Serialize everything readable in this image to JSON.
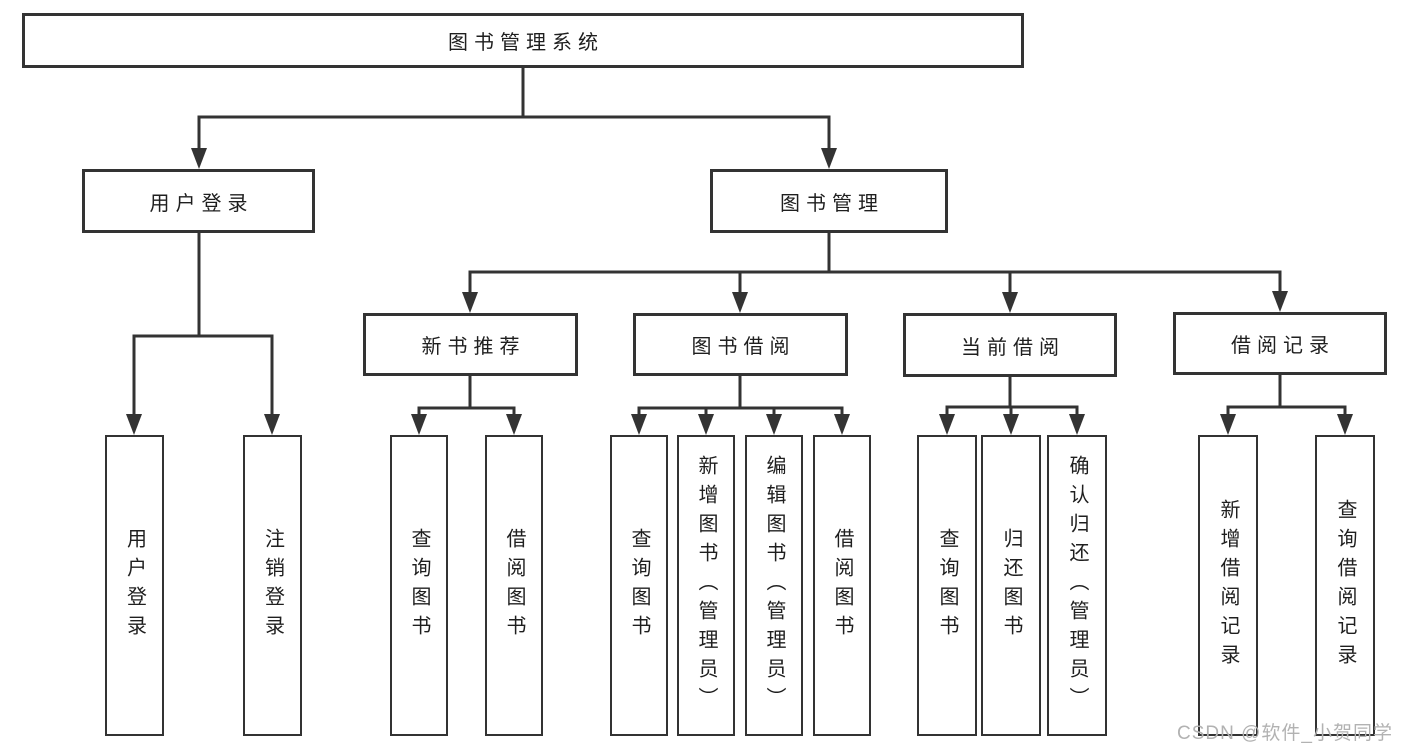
{
  "diagram": {
    "root": {
      "label": "图书管理系统"
    },
    "branches": [
      {
        "label": "用户登录",
        "children": [
          {
            "label": "用户登录"
          },
          {
            "label": "注销登录"
          }
        ]
      },
      {
        "label": "图书管理",
        "children": [
          {
            "label": "新书推荐",
            "children": [
              {
                "label": "查询图书"
              },
              {
                "label": "借阅图书"
              }
            ]
          },
          {
            "label": "图书借阅",
            "children": [
              {
                "label": "查询图书"
              },
              {
                "label": "新增图书（管理员）"
              },
              {
                "label": "编辑图书（管理员）"
              },
              {
                "label": "借阅图书"
              }
            ]
          },
          {
            "label": "当前借阅",
            "children": [
              {
                "label": "查询图书"
              },
              {
                "label": "归还图书"
              },
              {
                "label": "确认归还（管理员）"
              }
            ]
          },
          {
            "label": "借阅记录",
            "children": [
              {
                "label": "新增借阅记录"
              },
              {
                "label": "查询借阅记录"
              }
            ]
          }
        ]
      }
    ]
  },
  "watermark": {
    "text": "CSDN @软件_小贺同学"
  },
  "colors": {
    "line": "#333333",
    "text": "#1f1f1f",
    "background": "#ffffff",
    "watermark": "#b2b2b2"
  }
}
